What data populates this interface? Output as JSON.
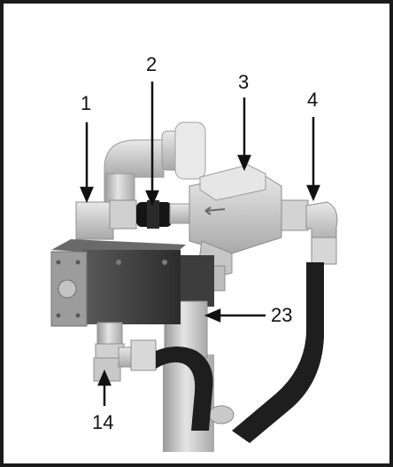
{
  "figure": {
    "callouts": [
      {
        "id": "c1",
        "label": "1"
      },
      {
        "id": "c2",
        "label": "2"
      },
      {
        "id": "c3",
        "label": "3"
      },
      {
        "id": "c4",
        "label": "4"
      },
      {
        "id": "c23",
        "label": "23"
      },
      {
        "id": "c14",
        "label": "14"
      }
    ],
    "colors": {
      "frame": "#1a1a1a",
      "metal_light": "#dcdcdc",
      "metal_mid": "#b8b8b8",
      "metal_dark": "#8e8e8e",
      "block_dark": "#3a3a3a",
      "hose": "#1e1e1e",
      "fitting_black": "#151515"
    },
    "icons": [
      "arrow-down-icon",
      "arrow-up-icon",
      "arrow-left-icon",
      "solenoid-block",
      "valve-body",
      "hose",
      "elbow-fitting"
    ]
  }
}
